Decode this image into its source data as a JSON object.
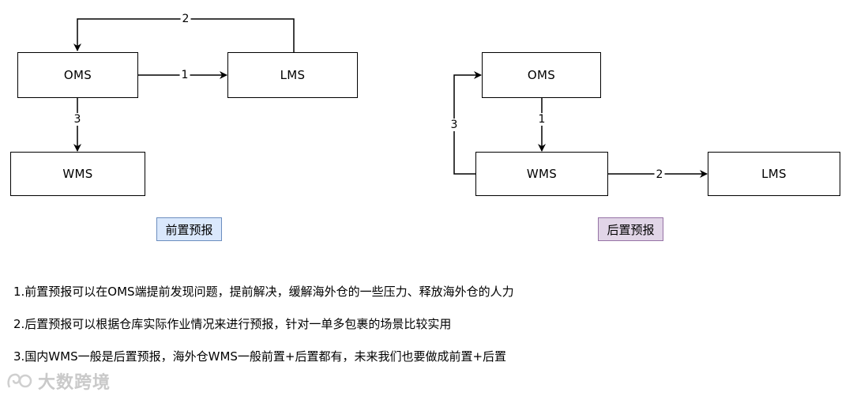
{
  "left_diagram": {
    "nodes": {
      "oms": "OMS",
      "lms": "LMS",
      "wms": "WMS"
    },
    "edges": {
      "oms_to_lms": "1",
      "lms_to_oms": "2",
      "oms_to_wms": "3"
    },
    "caption": "前置预报"
  },
  "right_diagram": {
    "nodes": {
      "oms": "OMS",
      "wms": "WMS",
      "lms": "LMS"
    },
    "edges": {
      "oms_to_wms": "1",
      "wms_to_lms": "2",
      "wms_to_oms": "3"
    },
    "caption": "后置预报"
  },
  "notes": [
    "1.前置预报可以在OMS端提前发现问题，提前解决，缓解海外仓的一些压力、释放海外仓的人力",
    "2.后置预报可以根据仓库实际作业情况来进行预报，针对一单多包裹的场景比较实用",
    "3.国内WMS一般是后置预报，海外仓WMS一般前置+后置都有，未来我们也要做成前置+后置"
  ],
  "watermark": "大数跨境",
  "colors": {
    "front_tag_fill": "#dae8fc",
    "front_tag_border": "#6c8ebf",
    "back_tag_fill": "#e1d5e7",
    "back_tag_border": "#9673a6",
    "line": "#000000"
  }
}
